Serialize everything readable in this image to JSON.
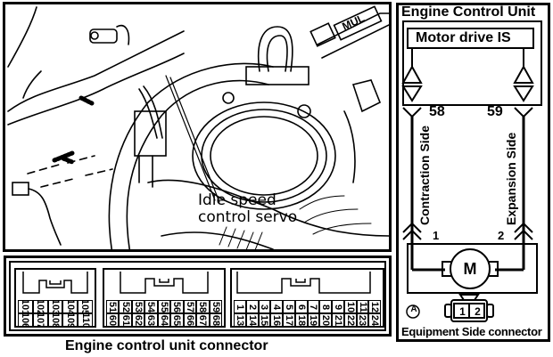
{
  "photo": {
    "callout_label_line1": "Idle speed",
    "callout_label_line2": "control servo",
    "engine_marking": "MUL"
  },
  "ecu_connector": {
    "caption": "Engine control unit connector",
    "blocks": [
      {
        "name": "left",
        "top_row": [
          "101",
          "102",
          "103",
          "104",
          "105"
        ],
        "bottom_row": [
          "106",
          "107",
          "108",
          "109",
          "110"
        ]
      },
      {
        "name": "middle",
        "top_row": [
          "51",
          "52",
          "53",
          "54",
          "55",
          "56",
          "57",
          "58",
          "59"
        ],
        "bottom_row": [
          "60",
          "61",
          "62",
          "63",
          "64",
          "65",
          "66",
          "67",
          "68"
        ]
      },
      {
        "name": "right",
        "top_row": [
          "1",
          "2",
          "3",
          "4",
          "5",
          "6",
          "7",
          "8",
          "9",
          "10",
          "11",
          "12"
        ],
        "bottom_row": [
          "13",
          "14",
          "15",
          "16",
          "17",
          "18",
          "19",
          "20",
          "21",
          "22",
          "23",
          "24"
        ]
      }
    ]
  },
  "schematic": {
    "title": "Engine Control Unit",
    "module_label": "Motor drive IS",
    "left_terminal": "58",
    "right_terminal": "59",
    "left_side_label": "Contraction Side",
    "right_side_label": "Expansion Side",
    "left_pin": "1",
    "right_pin": "2",
    "motor_symbol": "M",
    "connector_id": "A",
    "equipment_pins": [
      "1",
      "2"
    ],
    "equipment_caption": "Equipment Side connector"
  }
}
